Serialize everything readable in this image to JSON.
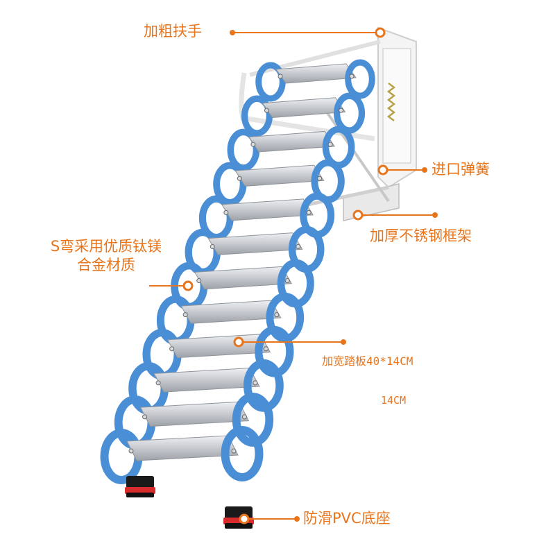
{
  "labels": {
    "handrail": "加粗扶手",
    "spring": "进口弹簧",
    "frame": "加厚不锈钢框架",
    "s_material_line1": "S弯采用优质钛镁",
    "s_material_line2": "合金材质",
    "tread": "加宽踏板40*14CM",
    "size_note": "14CM",
    "base": "防滑PVC底座"
  },
  "colors": {
    "callout_orange": "#e8751c",
    "s_link_blue": "#4a8fd6",
    "s_link_outline": "#2f73be",
    "tread_silver": "#c9ccd1",
    "frame_white": "#f2f2f2",
    "foot_black": "#1a1a1a",
    "foot_red": "#d92b2b"
  },
  "content": {
    "step_count": 12
  }
}
